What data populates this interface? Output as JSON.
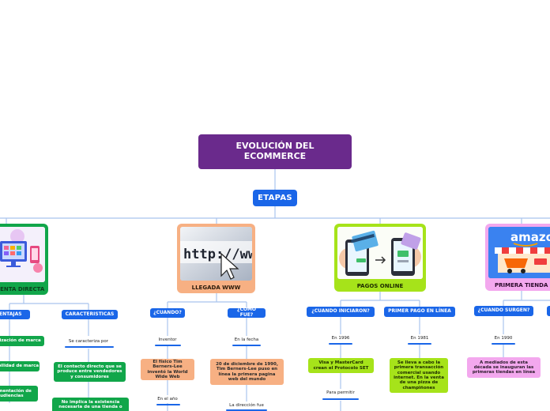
{
  "title": "EVOLUCIÓN DEL ECOMMERCE",
  "etapas": "ETAPAS",
  "colors": {
    "title_bg": "#6a2a8c",
    "blue": "#1a66e8",
    "green": "#11a64a",
    "orange": "#f7b083",
    "lime": "#a6e31a",
    "pink": "#f3a8ee"
  },
  "branches": {
    "venta_directa": {
      "label": "VENTA DIRECTA",
      "image": "shopping-devices-illustration",
      "ventajas": {
        "label": "VENTAJAS",
        "items": [
          "Fidelización de marca",
          "Credibilidad de marca",
          "Segmentación de audiencias"
        ]
      },
      "caracteristicas": {
        "label": "CARACTERISTICAS",
        "connector": "Se caracteriza por",
        "items": [
          "El contacto directo que se produce entre vendedores y consumidores",
          "No implica la existencia necesaria de una tienda o"
        ]
      }
    },
    "llegada_www": {
      "label": "LLEGADA WWW",
      "image": "http-url-cursor",
      "url_text": "http://www",
      "cuando": {
        "label": "¿CUANDO?",
        "connector": "Inventor",
        "answer": "El físico Tim Berners-Lee inventó la World Wide Web",
        "next": "En el año"
      },
      "como": {
        "label": "¿COMO FUE?",
        "connector": "En la fecha",
        "answer": "20 de diciembre de 1990, Tim Berners-Lee puso en línea la primera pagina web del mundo",
        "next": "La dirección fue"
      }
    },
    "pagos_online": {
      "label": "PAGOS ONLINE",
      "image": "phone-card-payment",
      "cuando_iniciaron": {
        "label": "¿CUANDO INICIARON?",
        "connector": "En 1996",
        "answer": "Visa y MasterCard crean el Protocolo SET",
        "next": "Para permitir"
      },
      "primer_pago": {
        "label": "PRIMER PAGO EN LÍNEA",
        "connector": "En 1981",
        "answer": "Se lleva a cabo la primera transacción comercial usando internet. En la venta de una pizza de champiñones"
      }
    },
    "primera_tienda": {
      "label": "PRIMERA TIENDA",
      "image": "amazon-shop",
      "brand_text": "amazon",
      "cuando_surgen": {
        "label": "¿CUANDO SURGEN?",
        "connector": "En 1990",
        "answer": "A mediados de esta década se inauguran las primeras tiendas en línea"
      }
    }
  }
}
